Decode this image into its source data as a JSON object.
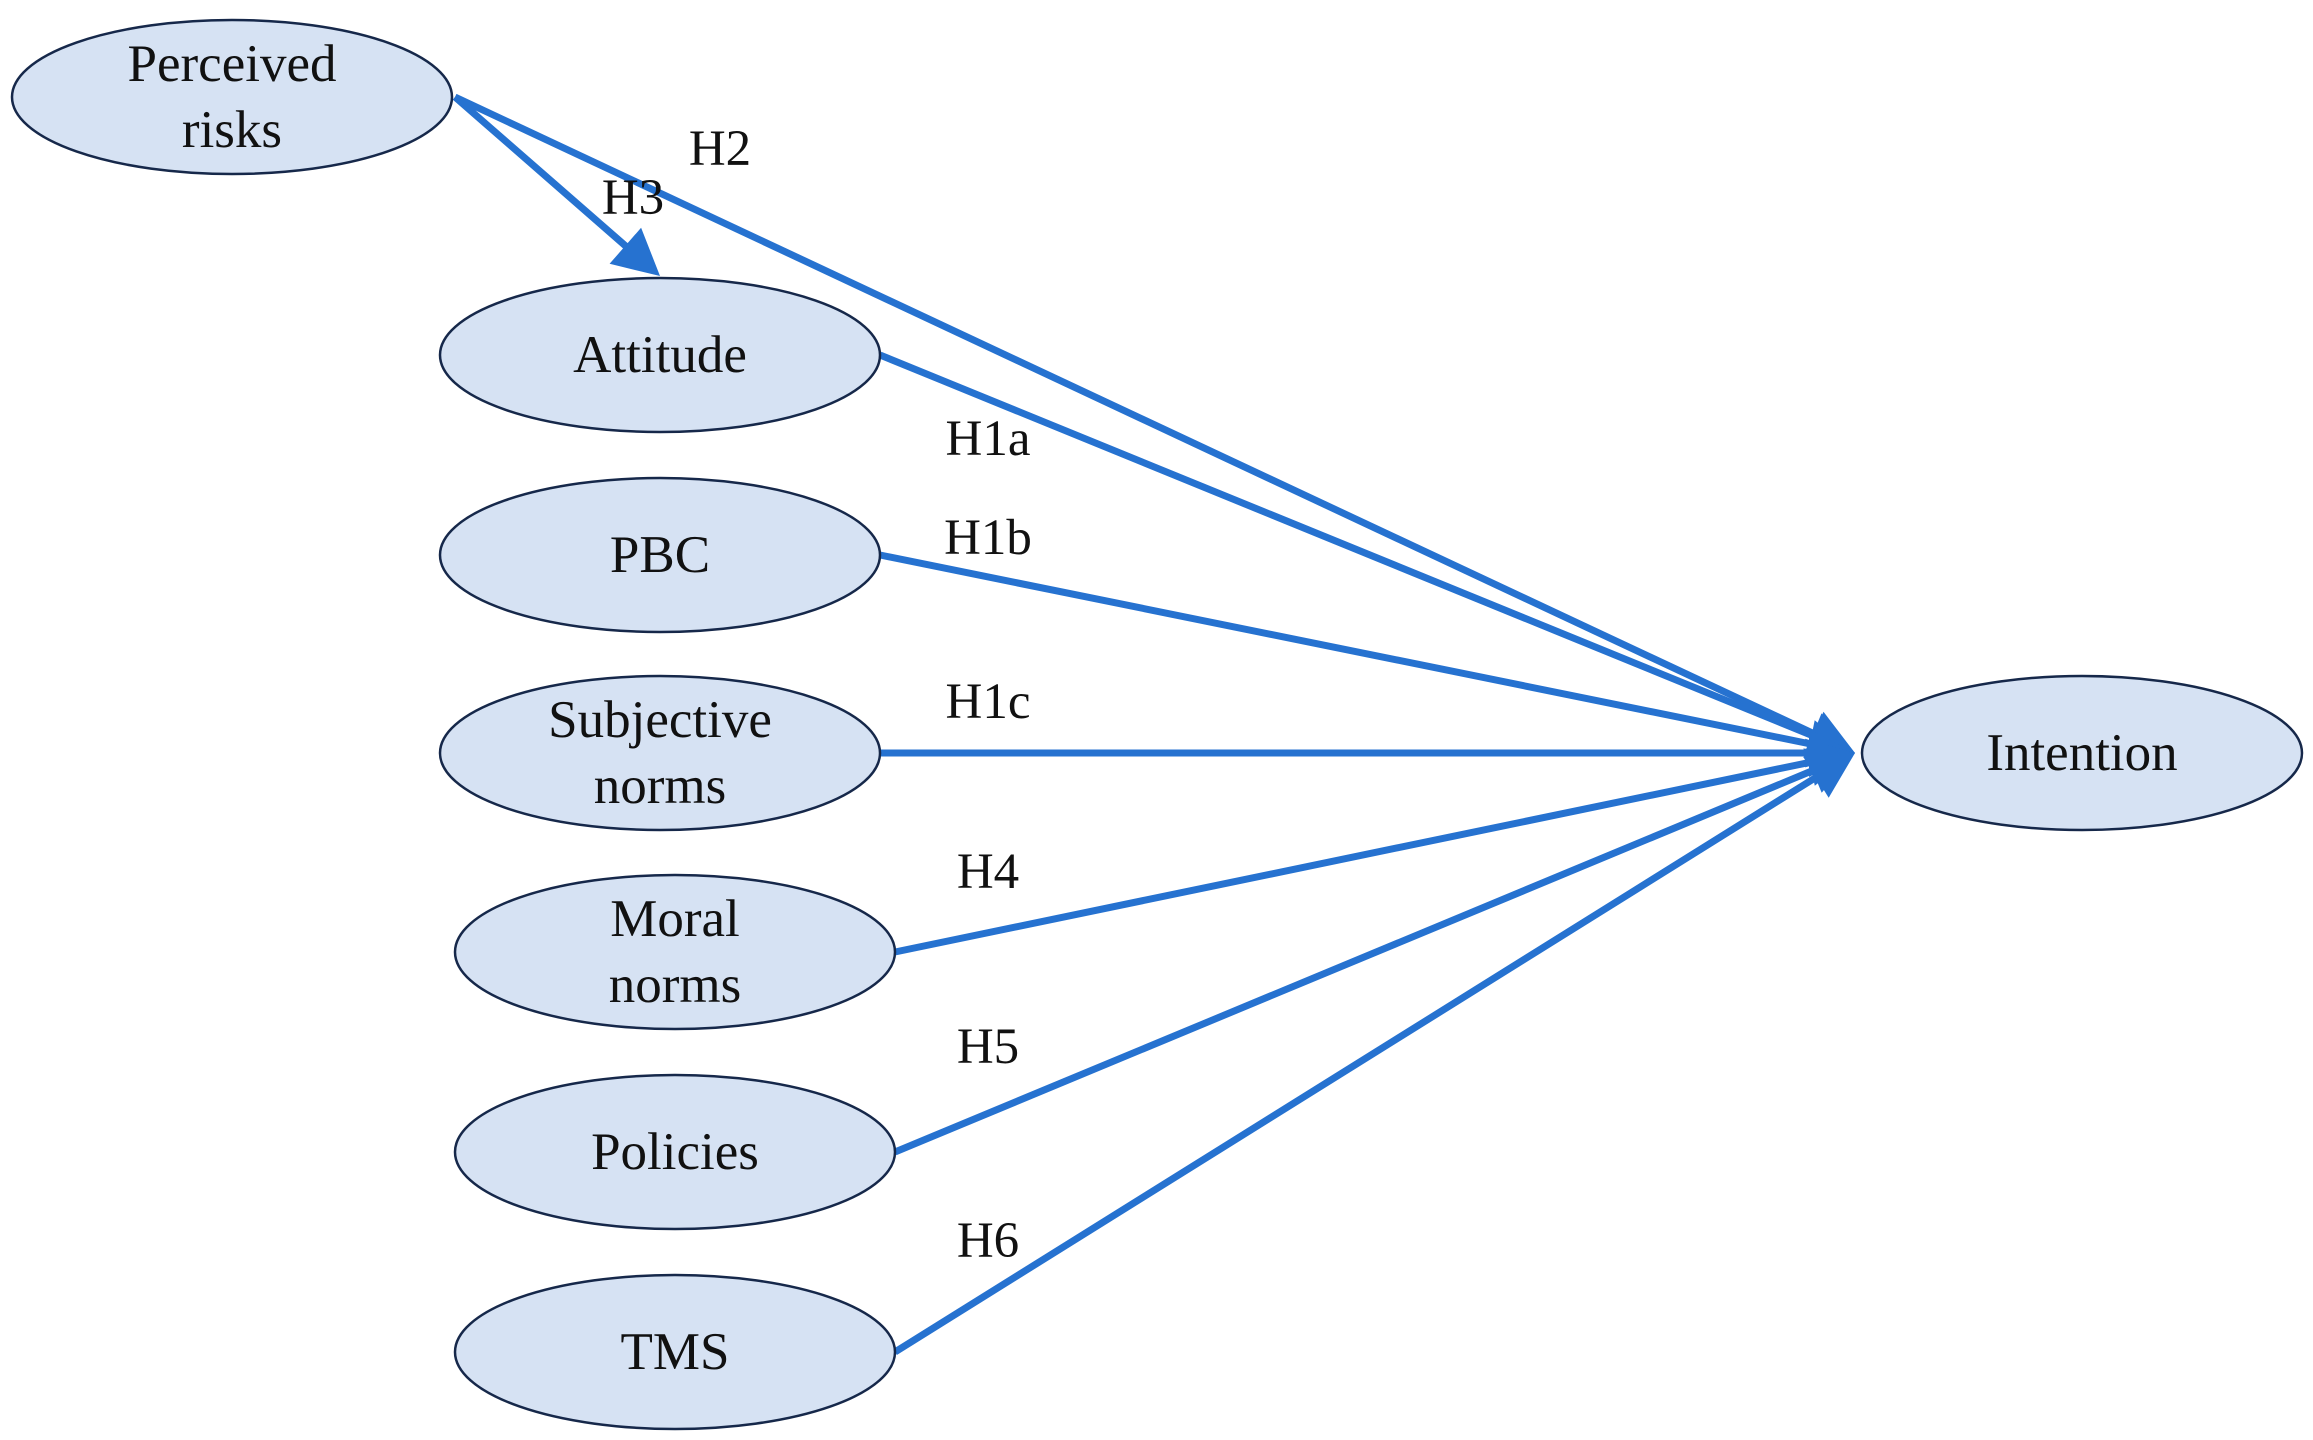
{
  "colors": {
    "node_fill": "#d6e2f3",
    "node_stroke": "#16284a",
    "arrow": "#2672d0",
    "text": "#111111"
  },
  "nodes": [
    {
      "id": "perceived-risks",
      "lines": [
        "Perceived",
        "risks"
      ]
    },
    {
      "id": "attitude",
      "lines": [
        "Attitude"
      ]
    },
    {
      "id": "pbc",
      "lines": [
        "PBC"
      ]
    },
    {
      "id": "subjective-norms",
      "lines": [
        "Subjective",
        "norms"
      ]
    },
    {
      "id": "moral-norms",
      "lines": [
        "Moral",
        "norms"
      ]
    },
    {
      "id": "policies",
      "lines": [
        "Policies"
      ]
    },
    {
      "id": "tms",
      "lines": [
        "TMS"
      ]
    },
    {
      "id": "intention",
      "lines": [
        "Intention"
      ]
    }
  ],
  "edges": [
    {
      "id": "h2",
      "from": "perceived-risks",
      "to": "intention",
      "label": "H2"
    },
    {
      "id": "h3",
      "from": "perceived-risks",
      "to": "attitude",
      "label": "H3"
    },
    {
      "id": "h1a",
      "from": "attitude",
      "to": "intention",
      "label": "H1a"
    },
    {
      "id": "h1b",
      "from": "pbc",
      "to": "intention",
      "label": "H1b"
    },
    {
      "id": "h1c",
      "from": "subjective-norms",
      "to": "intention",
      "label": "H1c"
    },
    {
      "id": "h4",
      "from": "moral-norms",
      "to": "intention",
      "label": "H4"
    },
    {
      "id": "h5",
      "from": "policies",
      "to": "intention",
      "label": "H5"
    },
    {
      "id": "h6",
      "from": "tms",
      "to": "intention",
      "label": "H6"
    }
  ]
}
